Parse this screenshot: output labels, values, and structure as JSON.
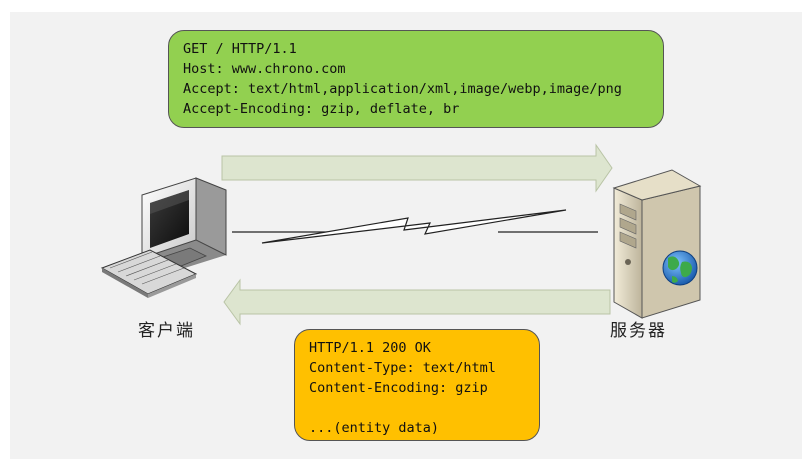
{
  "request": {
    "lines": [
      "GET / HTTP/1.1",
      "Host: www.chrono.com",
      "Accept: text/html,application/xml,image/webp,image/png",
      "Accept-Encoding: gzip, deflate, br"
    ]
  },
  "response": {
    "lines": [
      "HTTP/1.1 200 OK",
      "Content-Type: text/html",
      "Content-Encoding: gzip",
      "",
      "...(entity data)"
    ]
  },
  "nodes": {
    "client_label": "客户端",
    "server_label": "服务器"
  },
  "colors": {
    "request_box": "#92d050",
    "response_box": "#ffc000",
    "arrow_fill": "#dde5cf",
    "globe": "#2a7fd4"
  },
  "icons": {
    "client": "desktop-computer-icon",
    "server": "server-tower-icon",
    "network": "lightning-link-icon"
  }
}
